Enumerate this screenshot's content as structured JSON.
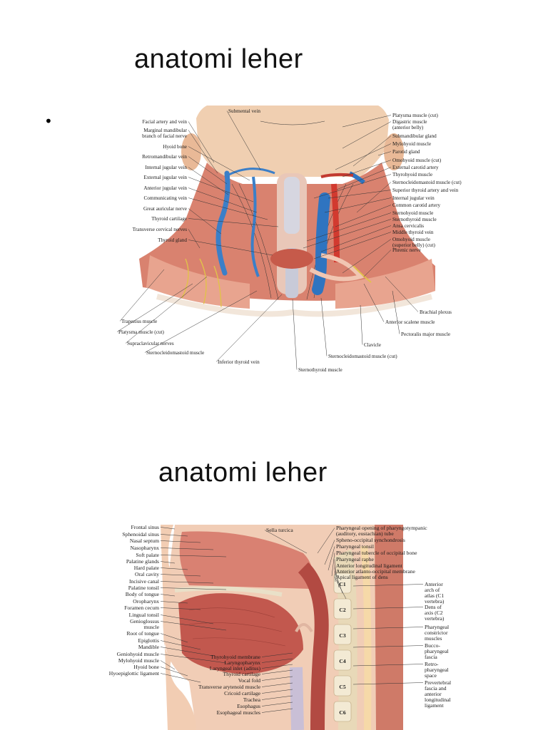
{
  "slides": [
    {
      "title": "anatomi leher",
      "bullet": "•",
      "labels_left": [
        "Facial artery and vein",
        "Marginal mandibular",
        "branch of facial nerve",
        "Hyoid bone",
        "Retromandibular vein",
        "Internal jugular vein",
        "External jugular vein",
        "Anterior jugular vein",
        "Communicating vein",
        "Great auricular nerve",
        "Thyroid cartilage",
        "Transverse cervical nerves",
        "Thyroid gland"
      ],
      "labels_top": [
        "Submental vein"
      ],
      "labels_right": [
        "Platysma muscle (cut)",
        "Digastric muscle",
        "(anterior belly)",
        "Submandibular gland",
        "Mylohyoid muscle",
        "Parotid gland",
        "Omohyoid muscle (cut)",
        "External carotid artery",
        "Thyrohyoid muscle",
        "Sternocleidomastoid muscle (cut)",
        "Superior thyroid artery and vein",
        "Internal jugular vein",
        "Common carotid artery",
        "Sternohyoid muscle",
        "Sternothyroid muscle",
        "Ansa cervicalis",
        "Middle thyroid vein",
        "Omohyoid muscle",
        "(superior belly) (cut)",
        "Phrenic nerve"
      ],
      "labels_bottom": [
        "Brachial plexus",
        "Anterior scalene muscle",
        "Pectoralis major muscle",
        "Clavicle",
        "Sternocleidomastoid muscle (cut)",
        "Sternothyroid muscle",
        "Inferior thyroid vein",
        "Sternocleidomastoid muscle",
        "Supraclavicular nerves",
        "Platysma muscle (cut)",
        "Trapezius muscle"
      ]
    },
    {
      "title": "anatomi leher",
      "labels_left": [
        "Frontal sinus",
        "Sphenoidal sinus",
        "Nasal septum",
        "Nasopharynx",
        "Soft palate",
        "Palatine glands",
        "Hard palate",
        "Oral cavity",
        "Incisive canal",
        "Palatine tonsil",
        "Body of tongue",
        "Oropharynx",
        "Foramen cecum",
        "Lingual tonsil",
        "Genioglossus",
        "muscle",
        "Root of tongue",
        "Epiglottis",
        "Mandible",
        "Geniohyoid muscle",
        "Mylohyoid muscle",
        "Hyoid bone",
        "Hyoepiglottic ligament"
      ],
      "labels_top": [
        "Sella turcica"
      ],
      "labels_right": [
        "Pharyngeal opening of pharyngotympanic",
        "(auditory, eustachian) tube",
        "Spheno-occipital synchondrosis",
        "Pharyngeal tonsil",
        "Pharyngeal tubercle of occipital bone",
        "Pharyngeal raphe",
        "Anterior longitudinal ligament",
        "Anterior atlanto-occipital membrane",
        "Apical ligament of dens",
        "Anterior",
        "arch of",
        "atlas (C1",
        "vertebra)",
        "Dens of",
        "axis (C2",
        "vertebra)",
        "Pharyngeal",
        "constrictor",
        "muscles",
        "Bucco-",
        "pharyngeal",
        "fascia",
        "Retro-",
        "pharyngeal",
        "space",
        "Prevertebral",
        "fascia and",
        "anterior",
        "longitudinal",
        "ligament"
      ],
      "labels_bottom": [
        "Thyrohyoid membrane",
        "Laryngopharynx",
        "Laryngeal inlet (aditus)",
        "Thyroid cartilage",
        "Vocal fold",
        "Transverse arytenoid muscle",
        "Cricoid cartilage",
        "Trachea",
        "Esophagus",
        "Esophageal muscles"
      ],
      "vertebra_labels": [
        "C1",
        "C2",
        "C3",
        "C4",
        "C5",
        "C6"
      ]
    }
  ]
}
